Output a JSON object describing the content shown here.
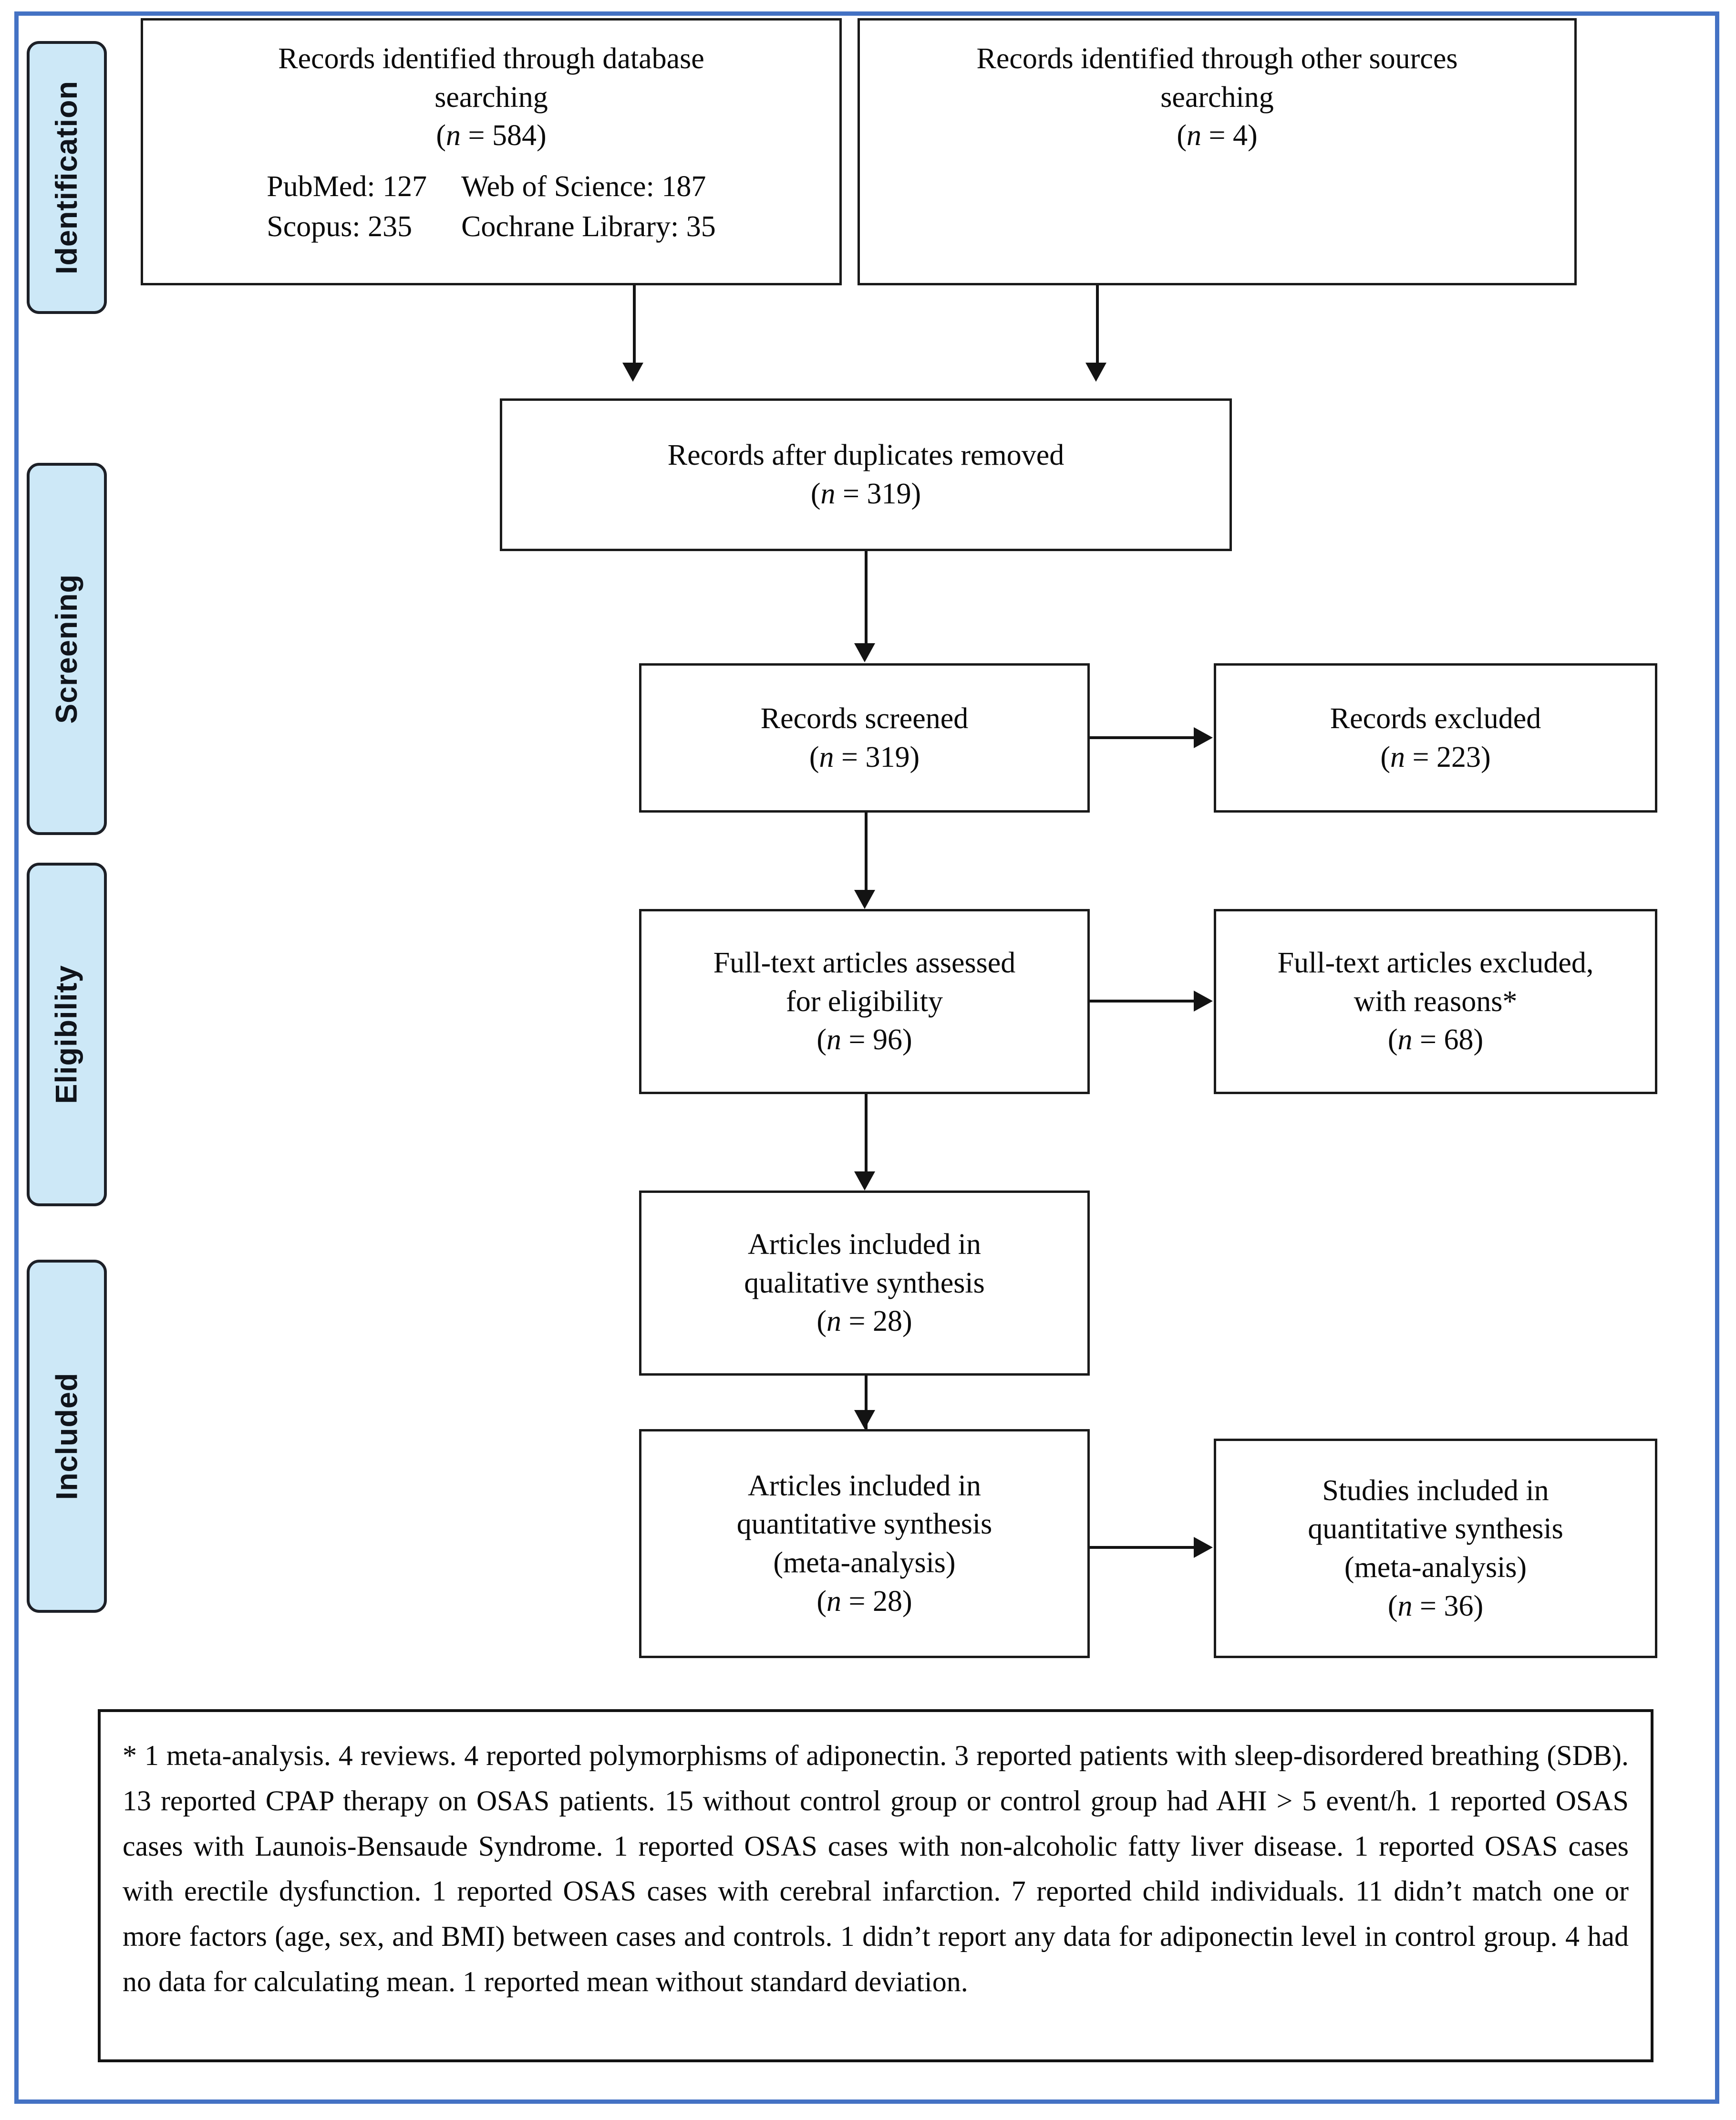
{
  "diagram": {
    "type": "prisma-flow-diagram",
    "frame_color": "#4472C4",
    "stage_label_fill": "#cde8f7",
    "stages": [
      {
        "id": "identification",
        "label": "Identification"
      },
      {
        "id": "screening",
        "label": "Screening"
      },
      {
        "id": "eligibility",
        "label": "Eligibility"
      },
      {
        "id": "included",
        "label": "Included"
      }
    ],
    "boxes": {
      "db_search": {
        "title_line1": "Records identified through database",
        "title_line2": "searching",
        "count": "(n = 584)",
        "count_prefix": "(",
        "count_n": "n",
        "count_rest": " = 584)",
        "sources": [
          {
            "name": "PubMed:",
            "value": "127"
          },
          {
            "name": "Web of Science:",
            "value": "187"
          },
          {
            "name": "Scopus:",
            "value": "235"
          },
          {
            "name": "Cochrane Library:",
            "value": "35"
          }
        ]
      },
      "other_sources": {
        "title_line1": "Records identified through other sources",
        "title_line2": "searching",
        "count_rest": " = 4)"
      },
      "duplicates_removed": {
        "title_line1": "Records after duplicates removed",
        "count_rest": " = 319)"
      },
      "records_screened": {
        "title_line1": "Records screened",
        "count_rest": " = 319)"
      },
      "records_excluded": {
        "title_line1": "Records excluded",
        "count_rest": " = 223)"
      },
      "fulltext_assessed": {
        "title_line1": "Full-text articles assessed",
        "title_line2": "for eligibility",
        "count_rest": " = 96)"
      },
      "fulltext_excluded": {
        "title_line1": "Full-text articles excluded,",
        "title_line2": "with reasons*",
        "count_rest": " = 68)"
      },
      "qualitative_synthesis": {
        "title_line1": "Articles included in",
        "title_line2": "qualitative synthesis",
        "count_rest": " = 28)"
      },
      "quantitative_articles": {
        "title_line1": "Articles included in",
        "title_line2": "quantitative synthesis",
        "title_line3": "(meta-analysis)",
        "count_rest": " = 28)"
      },
      "quantitative_studies": {
        "title_line1": "Studies included in",
        "title_line2": "quantitative synthesis",
        "title_line3": "(meta-analysis)",
        "count_rest": " = 36)"
      }
    },
    "footnote": {
      "text": "* 1 meta-analysis. 4 reviews. 4 reported polymorphisms of adiponectin. 3 reported patients with sleep-disordered breathing (SDB). 13 reported CPAP therapy on OSAS patients. 15 without control group or control group had AHI > 5 event/h. 1 reported OSAS cases with Launois-Bensaude Syndrome. 1 reported OSAS cases with non-alcoholic fatty liver disease. 1 reported OSAS cases with erectile dysfunction. 1 reported OSAS cases with cerebral infarction. 7 reported child individuals. 11 didn’t match one or more factors (age, sex, and BMI) between cases and controls. 1 didn’t report any data for adiponectin level in control group. 4 had no data for calculating mean. 1 reported mean without standard deviation."
    }
  },
  "chart_data": {
    "type": "diagram",
    "title": "PRISMA flow diagram",
    "nodes": [
      {
        "id": "db_search",
        "stage": "Identification",
        "label": "Records identified through database searching",
        "n": 584
      },
      {
        "id": "other_sources",
        "stage": "Identification",
        "label": "Records identified through other sources searching",
        "n": 4
      },
      {
        "id": "duplicates_removed",
        "stage": "Screening",
        "label": "Records after duplicates removed",
        "n": 319
      },
      {
        "id": "records_screened",
        "stage": "Screening",
        "label": "Records screened",
        "n": 319
      },
      {
        "id": "records_excluded",
        "stage": "Screening",
        "label": "Records excluded",
        "n": 223
      },
      {
        "id": "fulltext_assessed",
        "stage": "Eligibility",
        "label": "Full-text articles assessed for eligibility",
        "n": 96
      },
      {
        "id": "fulltext_excluded",
        "stage": "Eligibility",
        "label": "Full-text articles excluded, with reasons*",
        "n": 68
      },
      {
        "id": "qualitative_synthesis",
        "stage": "Included",
        "label": "Articles included in qualitative synthesis",
        "n": 28
      },
      {
        "id": "quantitative_articles",
        "stage": "Included",
        "label": "Articles included in quantitative synthesis (meta-analysis)",
        "n": 28
      },
      {
        "id": "quantitative_studies",
        "stage": "Included",
        "label": "Studies included in quantitative synthesis (meta-analysis)",
        "n": 36
      }
    ],
    "edges": [
      {
        "from": "db_search",
        "to": "duplicates_removed"
      },
      {
        "from": "other_sources",
        "to": "duplicates_removed"
      },
      {
        "from": "duplicates_removed",
        "to": "records_screened"
      },
      {
        "from": "records_screened",
        "to": "records_excluded"
      },
      {
        "from": "records_screened",
        "to": "fulltext_assessed"
      },
      {
        "from": "fulltext_assessed",
        "to": "fulltext_excluded"
      },
      {
        "from": "fulltext_assessed",
        "to": "qualitative_synthesis"
      },
      {
        "from": "qualitative_synthesis",
        "to": "quantitative_articles"
      },
      {
        "from": "quantitative_articles",
        "to": "quantitative_studies"
      }
    ],
    "database_counts": {
      "PubMed": 127,
      "Web of Science": 187,
      "Scopus": 235,
      "Cochrane Library": 35
    }
  }
}
